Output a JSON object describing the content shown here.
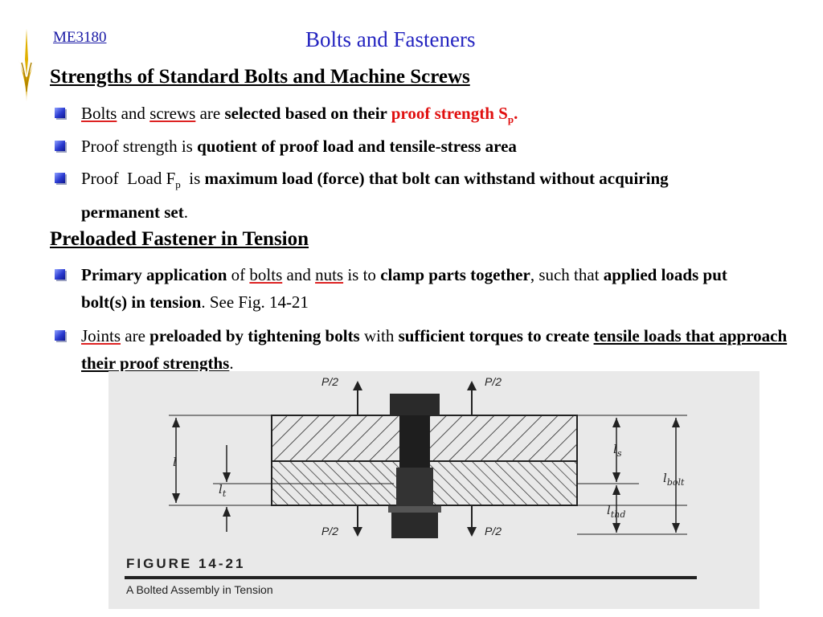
{
  "header": {
    "course": "ME3180",
    "title": "Bolts and Fasteners"
  },
  "section1": {
    "heading": "Strengths of Standard Bolts and Machine Screws",
    "bullet1": {
      "w1": "Bolts",
      "w2": " and ",
      "w3": "screws",
      "w4": " are ",
      "w5": "selected based on their ",
      "w6": "proof strength S",
      "w6sub": "p",
      "w7": "."
    },
    "bullet2": {
      "w1": "Proof strength is ",
      "w2": "quotient of proof load and tensile-stress area"
    },
    "bullet3": {
      "w1": "Proof  Load F",
      "w1sub": "p",
      "w2": "  is ",
      "w3": "maximum load (force) that bolt can withstand without acquiring  permanent set",
      "w4": "."
    }
  },
  "section2": {
    "heading": "Preloaded Fastener in Tension",
    "bullet1": {
      "w1": "Primary application",
      "w2": " of ",
      "w3": "bolts",
      "w4": " and ",
      "w5": "nuts",
      "w6": " is to ",
      "w7": "clamp parts together",
      "w8": ", such that ",
      "w9": "applied loads put bolt(s) in tension",
      "w10": ". See Fig. 14-21"
    },
    "bullet2": {
      "w1": "Joints",
      "w2": " are ",
      "w3": "preloaded by tightening bolts",
      "w4": " with ",
      "w5": "sufficient torques to create ",
      "w6": "tensile loads that approach their proof strengths",
      "w7": "."
    }
  },
  "figure": {
    "label": "FIGURE 14-21",
    "caption": "A Bolted Assembly in Tension",
    "load_labels": [
      "P/2",
      "P/2",
      "P/2",
      "P/2"
    ],
    "dims": {
      "l": "l",
      "lt": "l",
      "lt_sub": "t",
      "ls": "l",
      "ls_sub": "s",
      "lbolt": "l",
      "lbolt_sub": "bolt",
      "lthd": "l",
      "lthd_sub": "thd"
    }
  },
  "colors": {
    "title": "#2424c0",
    "course": "#1a1aa6",
    "emphasis": "#e01010",
    "bullet": "#2a3ad0"
  },
  "icons": [
    "torch-logo-icon",
    "bullet-square-icon"
  ]
}
